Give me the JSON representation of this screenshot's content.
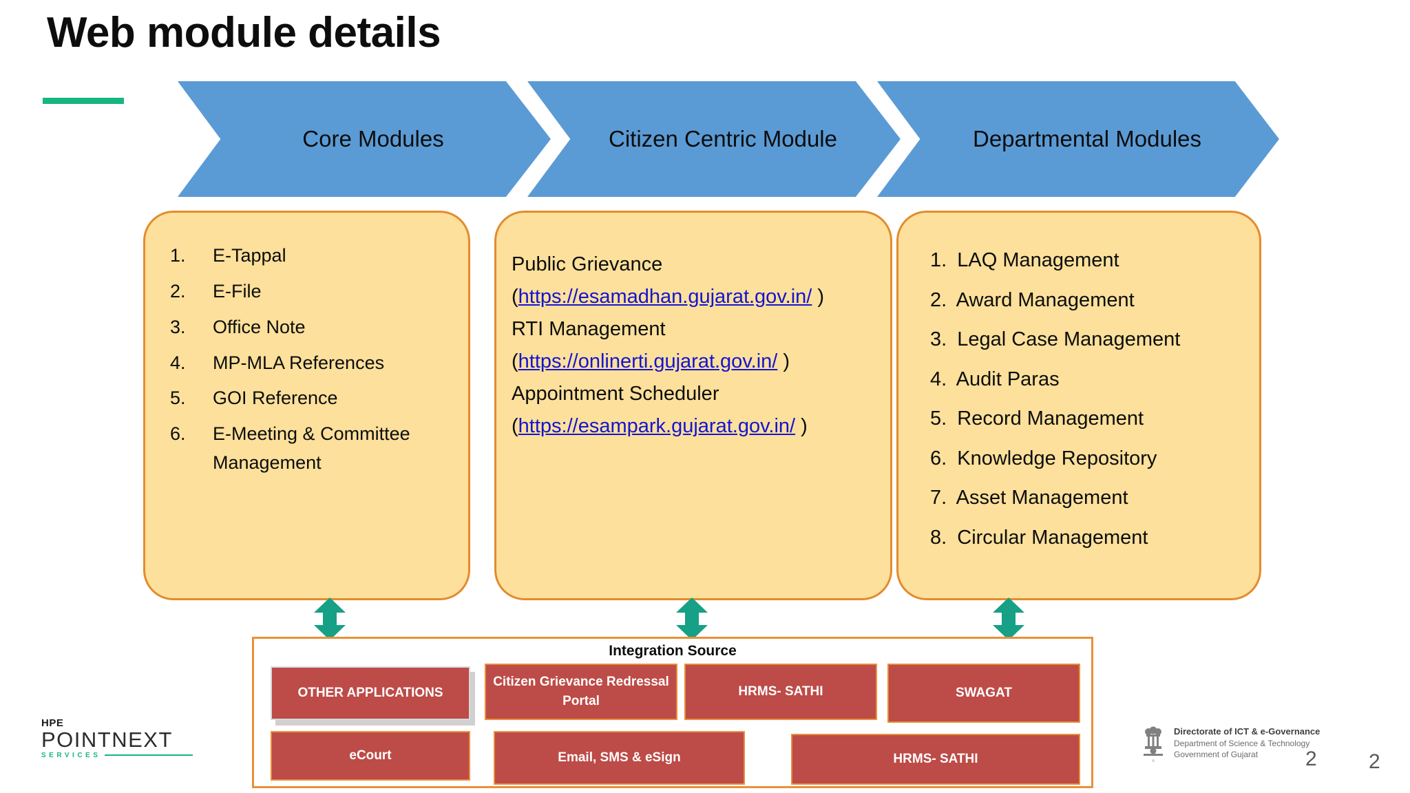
{
  "slide": {
    "title": "Web module details",
    "page_number_left": "2",
    "page_number_right": "2",
    "accent_color": "#16b581",
    "chevron_color": "#5b9bd5",
    "card_fill_color": "#fce09b",
    "card_border_color": "#e38b2e",
    "tile_color": "#bd4b47",
    "link_color": "#1414d2"
  },
  "chevrons": [
    {
      "label": "Core Modules"
    },
    {
      "label": "Citizen Centric Module"
    },
    {
      "label": "Departmental Modules"
    }
  ],
  "core_modules": {
    "items": [
      {
        "num": "1.",
        "text": "E-Tappal"
      },
      {
        "num": "2.",
        "text": "E-File"
      },
      {
        "num": "3.",
        "text": "Office Note"
      },
      {
        "num": "4.",
        "text": "MP-MLA References"
      },
      {
        "num": "5.",
        "text": "GOI Reference"
      },
      {
        "num": "6.",
        "text": "E-Meeting  & Committee Management"
      }
    ]
  },
  "citizen_centric": {
    "services": [
      {
        "name": "Public Grievance",
        "url_prefix": "(",
        "url": "https://esamadhan.gujarat.gov.in/",
        "url_suffix": " )"
      },
      {
        "name": "RTI Management",
        "url_prefix": "(",
        "url": "https://onlinerti.gujarat.gov.in/",
        "url_suffix": " )"
      },
      {
        "name": "Appointment Scheduler",
        "url_prefix": "(",
        "url": "https://esampark.gujarat.gov.in/",
        "url_suffix": " )"
      }
    ]
  },
  "departmental_modules": {
    "items": [
      {
        "num": "1.",
        "text": "LAQ Management"
      },
      {
        "num": "2.",
        "text": "Award Management"
      },
      {
        "num": "3.",
        "text": "Legal Case Management"
      },
      {
        "num": "4.",
        "text": "Audit Paras"
      },
      {
        "num": "5.",
        "text": "Record Management"
      },
      {
        "num": "6.",
        "text": "Knowledge Repository"
      },
      {
        "num": "7.",
        "text": "Asset Management"
      },
      {
        "num": "8.",
        "text": "Circular Management"
      }
    ]
  },
  "integration_source": {
    "title": "Integration Source",
    "tiles": [
      {
        "label": "OTHER APPLICATIONS"
      },
      {
        "label": "Citizen Grievance Redressal Portal"
      },
      {
        "label": "HRMS- SATHI"
      },
      {
        "label": "SWAGAT"
      },
      {
        "label": "eCourt"
      },
      {
        "label": "Email, SMS & eSign"
      },
      {
        "label": "HRMS- SATHI"
      }
    ]
  },
  "hpe_logo": {
    "mark": "HPE",
    "wordmark": "POINTNEXT",
    "sub": "SERVICES"
  },
  "gujarat_logo": {
    "line1": "Directorate of ICT & e-Governance",
    "line2": "Department of Science & Technology",
    "line3": "Government of Gujarat"
  }
}
